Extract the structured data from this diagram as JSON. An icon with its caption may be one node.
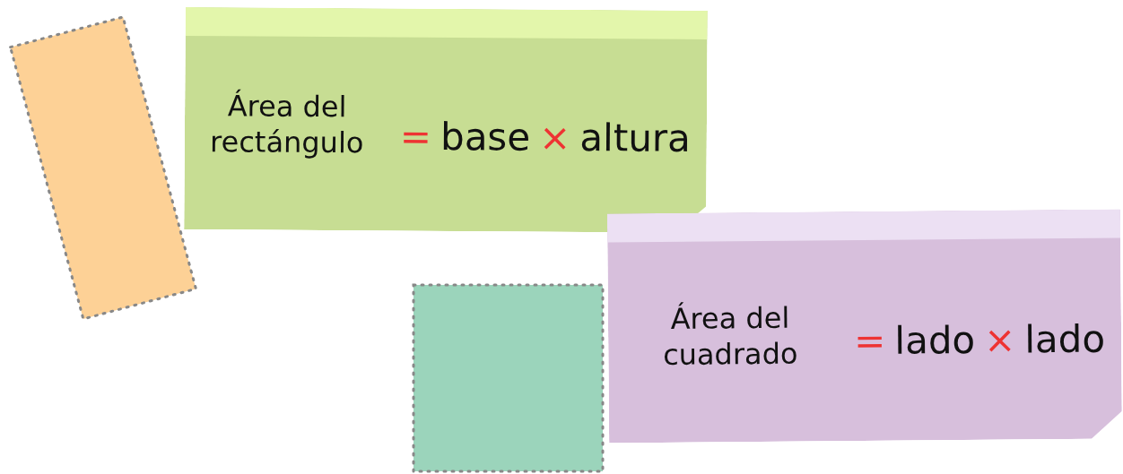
{
  "diagram": {
    "nodes": [
      {
        "text": [],
        "shape": "box"
      },
      {
        "text": [
          "Área del rectángulo",
          "=",
          "base",
          "×",
          "altura"
        ]
      },
      {
        "text": [],
        "shape": "box"
      },
      {
        "text": [
          "Área del cuadrado",
          "=",
          "lado",
          "×",
          "lado"
        ]
      }
    ]
  }
}
